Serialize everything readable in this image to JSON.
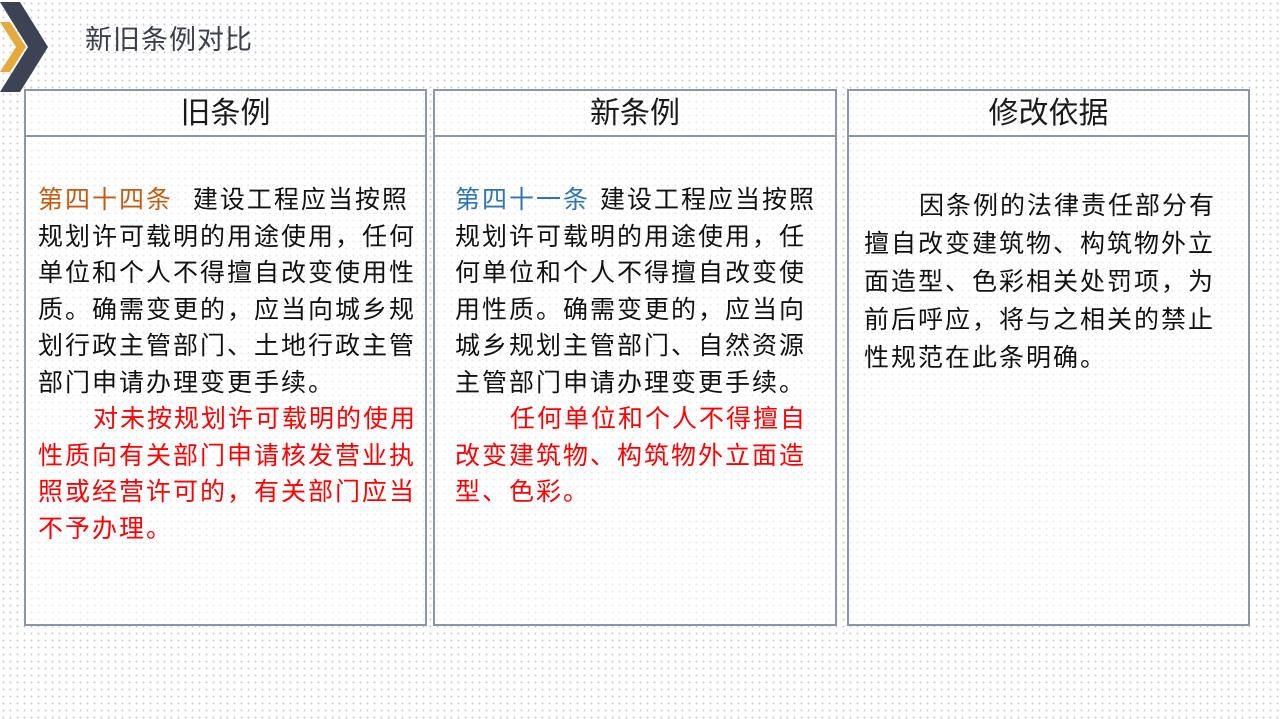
{
  "page": {
    "title": "新旧条例对比"
  },
  "colors": {
    "old_article": "#c55a11",
    "new_article": "#2e75b6",
    "highlight": "#ff0000",
    "border": "#8b96a6"
  },
  "panels": {
    "old": {
      "header": "旧条例",
      "article": "第四十四条",
      "text1": "建设工程应当按照规划许可载明的用途使用，任何单位和个人不得擅自改变使用性质。确需变更的，应当向城乡规划行政主管部门、土地行政主管部门申请办理变更手续。",
      "text2": "对未按规划许可载明的使用性质向有关部门申请核发营业执照或经营许可的，有关部门应当不予办理。"
    },
    "new": {
      "header": "新条例",
      "article": "第四十一条",
      "text1": "建设工程应当按照规划许可载明的用途使用，任何单位和个人不得擅自改变使用性质。确需变更的，应当向城乡规划主管部门、自然资源主管部门申请办理变更手续。",
      "text2": "任何单位和个人不得擅自改变建筑物、构筑物外立面造型、色彩。"
    },
    "basis": {
      "header": "修改依据",
      "text": "因条例的法律责任部分有擅自改变建筑物、构筑物外立面造型、色彩相关处罚项，为前后呼应，将与之相关的禁止性规范在此条明确。"
    }
  }
}
